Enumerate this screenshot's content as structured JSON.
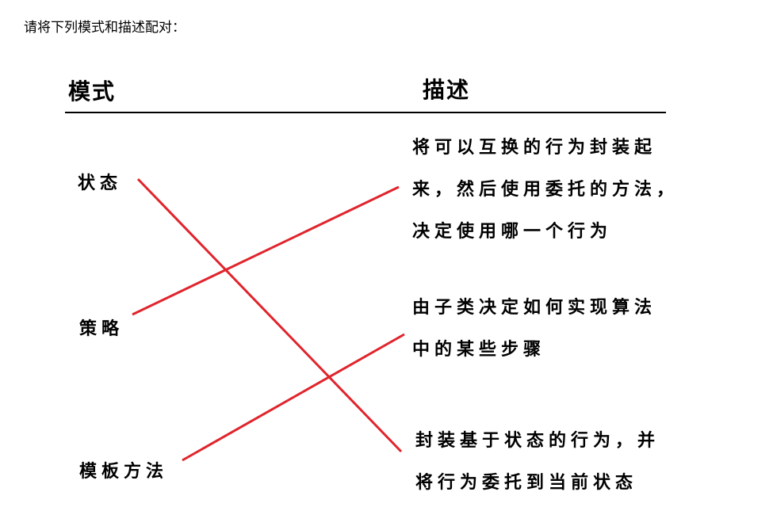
{
  "instruction": "请将下列模式和描述配对：",
  "headers": {
    "pattern": "模式",
    "description": "描述"
  },
  "patterns": [
    "状态",
    "策略",
    "模板方法"
  ],
  "descriptions": [
    [
      "将可以互换的行为封装起",
      "来，然后使用委托的方法，",
      "决定使用哪一个行为"
    ],
    [
      "由子类决定如何实现算法",
      "中的某些步骤"
    ],
    [
      "封装基于状态的行为，并",
      "将行为委托到当前状态"
    ]
  ],
  "matches": [
    {
      "pattern": "状态",
      "description_index": 2
    },
    {
      "pattern": "策略",
      "description_index": 0
    },
    {
      "pattern": "模板方法",
      "description_index": 1
    }
  ],
  "colors": {
    "connector": "#e0242c",
    "text": "#000000"
  }
}
